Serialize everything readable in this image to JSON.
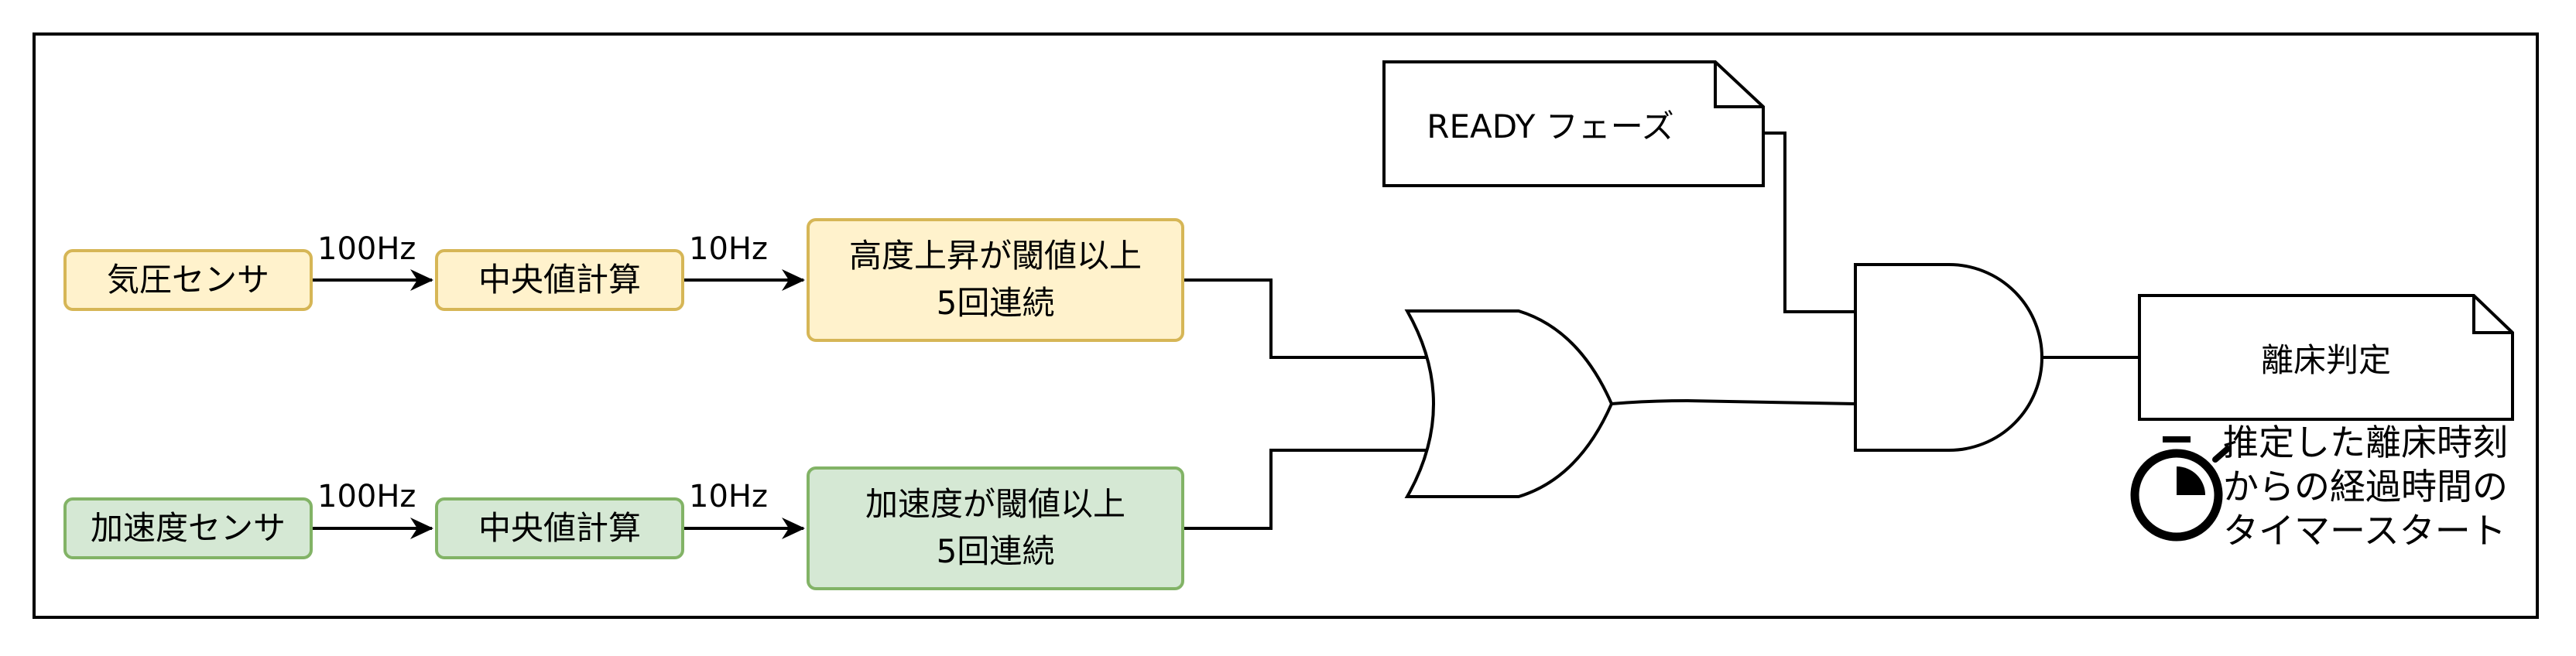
{
  "top_row": {
    "sensor": "気圧センサ",
    "rate1": "100Hz",
    "filter": "中央値計算",
    "rate2": "10Hz",
    "condition_line1": "高度上昇が閾値以上",
    "condition_line2": "5回連続"
  },
  "bottom_row": {
    "sensor": "加速度センサ",
    "rate1": "100Hz",
    "filter": "中央値計算",
    "rate2": "10Hz",
    "condition_line1": "加速度が閾値以上",
    "condition_line2": "5回連続"
  },
  "ready_note": "READY フェーズ",
  "output_note": "離床判定",
  "timer_note": {
    "line1": "推定した離床時刻",
    "line2": "からの経過時間の",
    "line3": "タイマースタート"
  },
  "colors": {
    "yellow_fill": "#fff2cc",
    "yellow_stroke": "#d6b656",
    "green_fill": "#d5e8d4",
    "green_stroke": "#82b366"
  },
  "icons": [
    "or-gate",
    "and-gate",
    "stopwatch-icon"
  ]
}
